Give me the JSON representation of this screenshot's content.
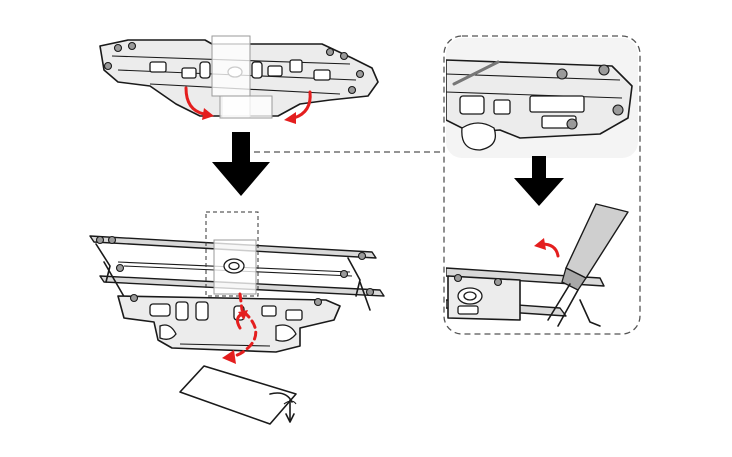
{
  "diagram": {
    "steps": [
      {
        "id": "step-1",
        "description_visible": ""
      },
      {
        "id": "step-2",
        "description_visible": ""
      },
      {
        "id": "detail",
        "description_visible": ""
      }
    ],
    "colors": {
      "line": "#1a1a1a",
      "accent_red": "#e41e1e",
      "arrow": "#000000",
      "callout_border": "#555555",
      "part_fill": "#ececec",
      "frame_fill": "#d9d9d9"
    },
    "icons": [
      "down-arrow-icon",
      "curved-arrow-icon",
      "peel-arrow-icon",
      "tool-icon"
    ]
  }
}
